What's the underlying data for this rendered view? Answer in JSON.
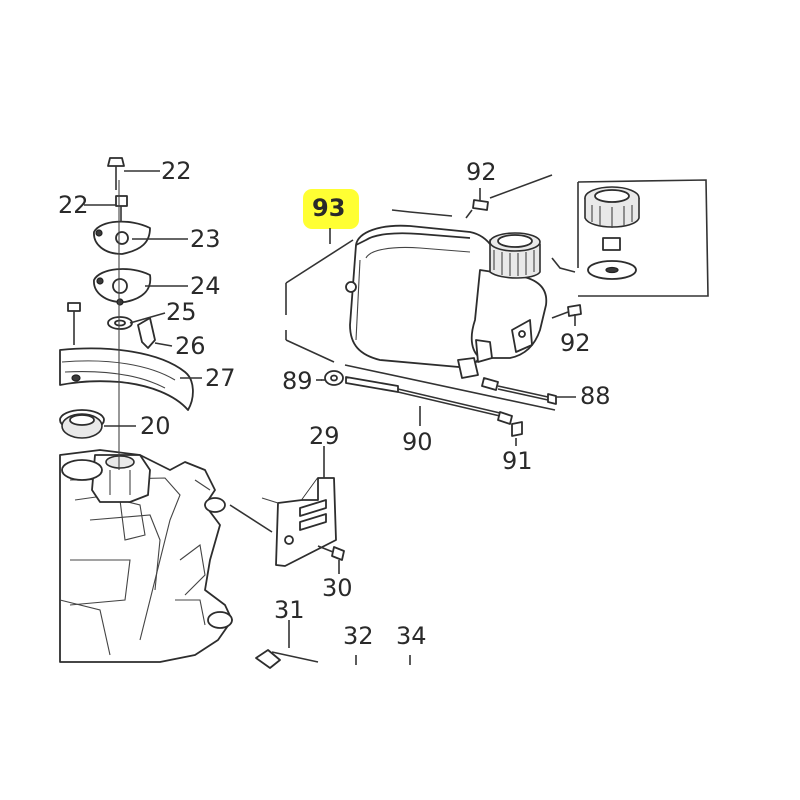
{
  "highlight_color": "#ffff33",
  "callouts": {
    "c22a": "22",
    "c22b": "22",
    "c23": "23",
    "c24": "24",
    "c25": "25",
    "c26": "26",
    "c27": "27",
    "c20": "20",
    "c29": "29",
    "c30": "30",
    "c31": "31",
    "c32": "32",
    "c34": "34",
    "c93": "93",
    "c92a": "92",
    "c92b": "92",
    "c89": "89",
    "c90": "90",
    "c91": "91",
    "c88": "88"
  }
}
